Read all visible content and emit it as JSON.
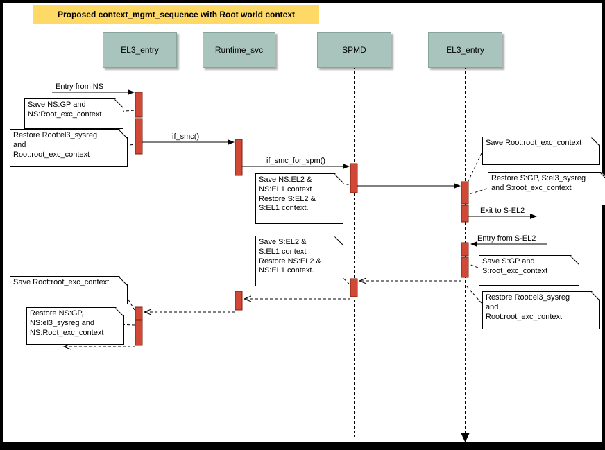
{
  "title": "Proposed context_mgmt_sequence with Root world context",
  "lifelines": [
    {
      "label": "EL3_entry"
    },
    {
      "label": "Runtime_svc"
    },
    {
      "label": "SPMD"
    },
    {
      "label": "EL3_entry"
    }
  ],
  "messages": {
    "entry_from_ns": "Entry from NS",
    "if_smc": "if_smc()",
    "if_smc_for_spm": "if_smc_for_spm()",
    "exit_to_sel2": "Exit to S-EL2",
    "entry_from_sel2": "Entry from S-EL2"
  },
  "notes": [
    {
      "text": "Save NS:GP and\nNS:Root_exc_context"
    },
    {
      "text": "Restore Root:el3_sysreg\nand\nRoot:root_exc_context"
    },
    {
      "text": "Save NS:EL2 &\nNS:EL1 context\nRestore S:EL2 &\nS:EL1 context."
    },
    {
      "text": "Save Root:root_exc_context"
    },
    {
      "text": "Restore S:GP, S:el3_sysreg\nand S:root_exc_context"
    },
    {
      "text": "Save S:GP and\nS:root_exc_context"
    },
    {
      "text": "Restore Root:el3_sysreg\nand\nRoot:root_exc_context"
    },
    {
      "text": "Save S:EL2 &\nS:EL1 context\nRestore NS:EL2 &\nNS:EL1 context."
    },
    {
      "text": "Save Root:root_exc_context"
    },
    {
      "text": "Restore NS:GP,\nNS:el3_sysreg and\nNS:Root_exc_context"
    }
  ],
  "colors": {
    "title_bg": "#ffd966",
    "lifeline_header_bg": "#a8c4bd",
    "activation_fill": "#d14836",
    "activation_border": "#7a1f0e",
    "note_bg": "#ffffff",
    "line": "#000000"
  }
}
